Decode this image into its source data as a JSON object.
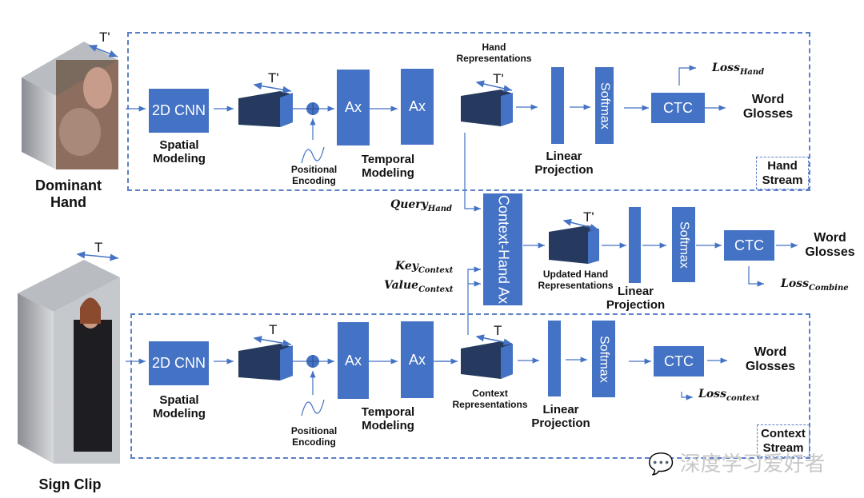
{
  "colors": {
    "block": "#4472c4",
    "cube_front": "#253a5e",
    "cube_side": "#4472c4",
    "arrow": "#4472c4",
    "dash": "#5b7fc8"
  },
  "inputs": {
    "dominant_hand": "Dominant Hand",
    "sign_clip": "Sign Clip",
    "t_prime": "T'",
    "t": "T"
  },
  "hand_stream": {
    "label": "Hand Stream",
    "cnn": "2D CNN",
    "spatial": "Spatial Modeling",
    "pos_enc": "Positional Encoding",
    "ax1": "Ax",
    "ax2": "Ax",
    "temporal": "Temporal Modeling",
    "repr": "Hand Representations",
    "dim": "T'",
    "linear": "Linear Projection",
    "softmax": "Softmax",
    "ctc": "CTC",
    "output": "Word Glosses",
    "loss": "Loss",
    "loss_sub": "Hand"
  },
  "fusion": {
    "query": "Query",
    "query_sub": "Hand",
    "key": "Key",
    "key_sub": "Context",
    "value": "Value",
    "value_sub": "Context",
    "attn": "Context-Hand Ax",
    "repr": "Updated Hand Representations",
    "dim": "T'",
    "linear": "Linear Projection",
    "softmax": "Softmax",
    "ctc": "CTC",
    "output": "Word Glosses",
    "loss": "Loss",
    "loss_sub": "Combine"
  },
  "context_stream": {
    "label": "Context Stream",
    "cnn": "2D CNN",
    "spatial": "Spatial Modeling",
    "pos_enc": "Positional Encoding",
    "ax1": "Ax",
    "ax2": "Ax",
    "temporal": "Temporal Modeling",
    "repr": "Context Representations",
    "dim": "T",
    "linear": "Linear Projection",
    "softmax": "Softmax",
    "ctc": "CTC",
    "output": "Word Glosses",
    "loss": "Loss",
    "loss_sub": "context"
  },
  "watermark": "深度学习爱好者"
}
